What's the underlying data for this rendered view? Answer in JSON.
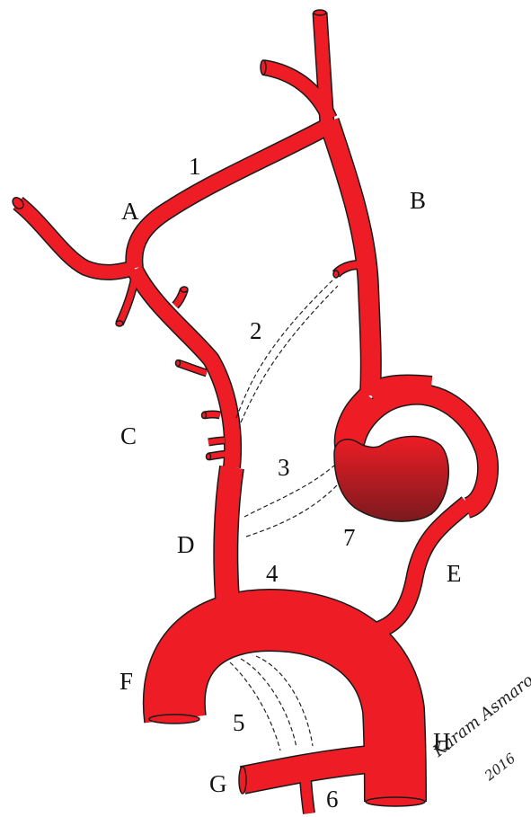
{
  "colors": {
    "vessel": "#ee1c25",
    "outline": "#1a1a1a",
    "aneurysm_dark": "#7a1a1e",
    "dashed": "#222222"
  },
  "labels": {
    "A": "A",
    "B": "B",
    "C": "C",
    "D": "D",
    "E": "E",
    "F": "F",
    "G": "G",
    "H": "H",
    "n1": "1",
    "n2": "2",
    "n3": "3",
    "n4": "4",
    "n5": "5",
    "n6": "6",
    "n7": "7"
  },
  "signature": {
    "name": "Karam Asmaro",
    "year": "2016"
  }
}
